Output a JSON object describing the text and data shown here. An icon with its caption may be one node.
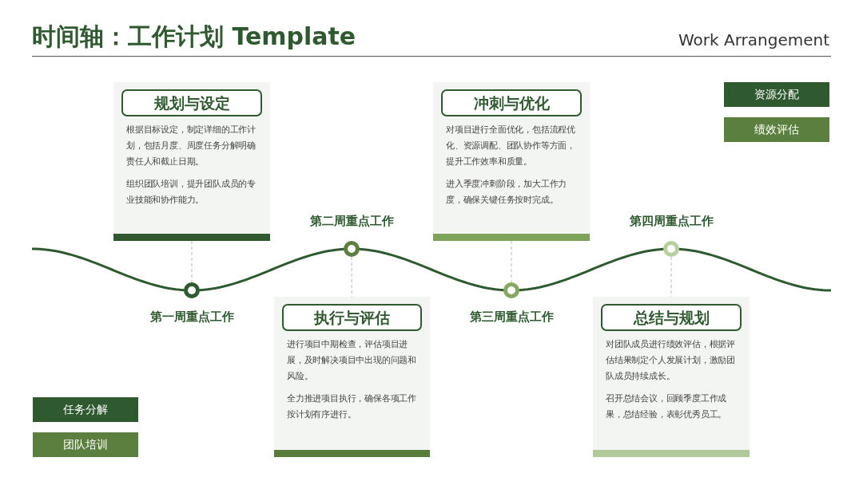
{
  "diagram": {
    "title": "时间轴：工作计划 Template",
    "nodes": [
      {
        "text": [
          "规划与设定",
          "根据目标设定，制定详细的工作计划，包括月度、周度任务分解明确责任人和截止日期。",
          "组织团队培训，提升团队成员的专业技能和协作能力。"
        ]
      },
      {
        "text": [
          "冲刺与优化",
          "对项目进行全面优化，包括流程优化、资源调配、团队协作等方面，提升工作效率和质量。",
          "进入季度冲刺阶段，加大工作力度，确保关键任务按时完成。"
        ]
      },
      {
        "text": [
          "资源分配"
        ]
      },
      {
        "text": [
          "绩效评估"
        ]
      },
      {
        "text": [],
        "shape": "circle",
        "beside": [
          "第二周重点工作"
        ]
      },
      {
        "text": [],
        "shape": "circle",
        "beside": [
          "第四周重点工作"
        ]
      },
      {
        "text": [],
        "shape": "circle",
        "beside": [
          "第一周重点工作"
        ]
      },
      {
        "text": [],
        "shape": "circle",
        "beside": [
          "第三周重点工作"
        ]
      },
      {
        "text": [
          "执行与评估",
          "进行项目中期检查，评估项目进展，及时解决项目中出现的问题和风险。",
          "全力推进项目执行，确保各项工作按计划有序进行。"
        ]
      },
      {
        "text": [
          "总结与规划",
          "对团队成员进行绩效评估，根据评估结果制定个人发展计划，激励团队成员持续成长。",
          "召开总结会议，回顾季度工作成果，总结经验，表彰优秀员工。"
        ]
      },
      {
        "text": [
          "任务分解"
        ]
      },
      {
        "text": [
          "团队培训"
        ]
      }
    ],
    "edges": [
      {
        "from": 0,
        "to": 6,
        "arrow": "none",
        "style": "dashed"
      },
      {
        "from": 4,
        "to": 8,
        "arrow": "none",
        "style": "dashed"
      },
      {
        "from": 1,
        "to": 7,
        "arrow": "none",
        "style": "dashed"
      },
      {
        "from": 5,
        "to": 9,
        "arrow": "none",
        "style": "dashed"
      }
    ],
    "labels": [
      "Work Arrangement"
    ]
  }
}
